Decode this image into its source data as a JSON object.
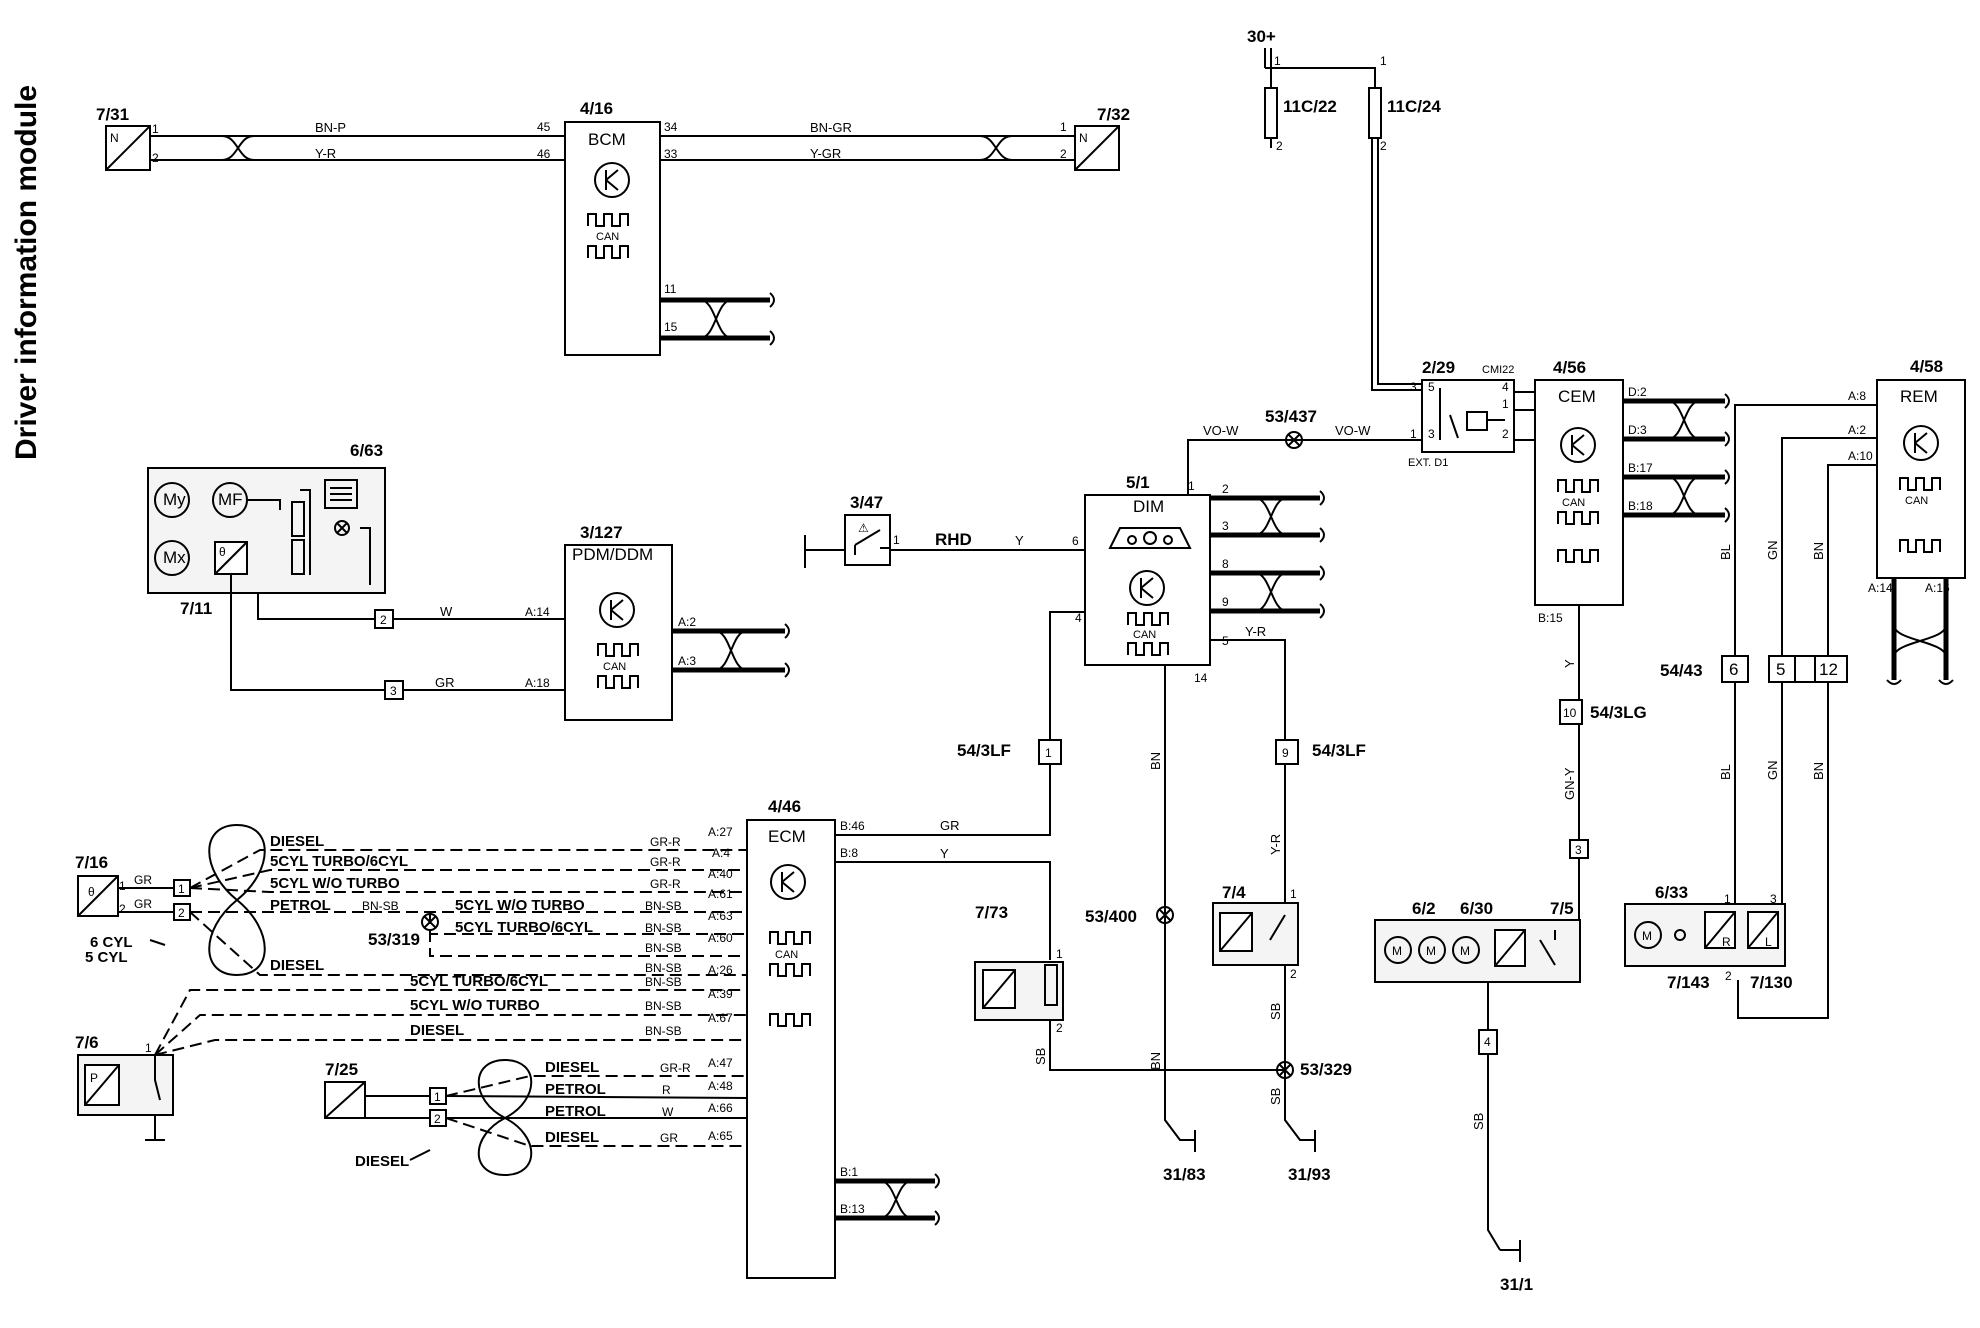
{
  "side_title": "Driver information module",
  "components": {
    "c731": "7/31",
    "c732": "7/32",
    "c416": "4/16",
    "c663": "6/63",
    "c711": "7/11",
    "c3127": "3/127",
    "c347": "3/47",
    "c51": "5/1",
    "c53437": "53/437",
    "c229": "2/29",
    "c456": "4/56",
    "c458": "4/58",
    "c30": "30+",
    "c11c22": "11C/22",
    "c11c24": "11C/24",
    "c446": "4/46",
    "c716": "7/16",
    "c76": "7/6",
    "c725": "7/25",
    "c53319": "53/319",
    "c773": "7/73",
    "c74": "7/4",
    "c53400": "53/400",
    "c53329": "53/329",
    "c3183": "31/83",
    "c3193": "31/93",
    "c62": "6/2",
    "c630": "6/30",
    "c75": "7/5",
    "c311": "31/1",
    "c633": "6/33",
    "c7143": "7/143",
    "c7130": "7/130",
    "c543lf_a": "54/3LF",
    "c543lf_b": "54/3LF",
    "c543lg": "54/3LG",
    "c5443": "54/43"
  },
  "modules": {
    "bcm": "BCM",
    "pdm": "PDM/DDM",
    "dim": "DIM",
    "cem": "CEM",
    "rem": "REM",
    "ecm": "ECM",
    "can": "CAN",
    "cmi22": "CMI22",
    "ext_d1": "EXT. D1",
    "rhd": "RHD",
    "n": "N"
  },
  "wires": {
    "bn_p": "BN-P",
    "y_r": "Y-R",
    "bn_gr": "BN-GR",
    "y_gr": "Y-GR",
    "w": "W",
    "gr": "GR",
    "y": "Y",
    "vo_w": "VO-W",
    "bn": "BN",
    "gn_y": "GN-Y",
    "sb": "SB",
    "bl": "BL",
    "gn": "GN",
    "gr_r": "GR-R",
    "bn_sb": "BN-SB",
    "r": "R"
  },
  "configs": {
    "diesel": "DIESEL",
    "turbo6": "5CYL TURBO/6CYL",
    "woturbo": "5CYL W/O TURBO",
    "petrol": "PETROL",
    "cyl6": "6 CYL",
    "cyl5": "5 CYL"
  },
  "connector_numbers": {
    "n1": "1",
    "n2": "2",
    "n3": "3",
    "n4": "4",
    "n5": "5",
    "n6": "6",
    "n9": "9",
    "n10": "10",
    "n12": "12"
  },
  "pins": {
    "p1": "1",
    "p2": "2",
    "p3": "3",
    "p4": "4",
    "p5": "5",
    "p6": "6",
    "p8": "8",
    "p9": "9",
    "p11": "11",
    "p14": "14",
    "p15": "15",
    "p33": "33",
    "p34": "34",
    "p45": "45",
    "p46": "46",
    "a14": "A:14",
    "a18": "A:18",
    "a2": "A:2",
    "a3": "A:3",
    "a8": "A:8",
    "a10": "A:10",
    "a16": "A:16",
    "a27": "A:27",
    "a4": "A:4",
    "a40": "A:40",
    "a61": "A:61",
    "a63": "A:63",
    "a60": "A:60",
    "a26": "A:26",
    "a39": "A:39",
    "a67": "A:67",
    "a47": "A:47",
    "a48": "A:48",
    "a66": "A:66",
    "a65": "A:65",
    "b46": "B:46",
    "b8": "B:8",
    "b1": "B:1",
    "b13": "B:13",
    "b15": "B:15",
    "b17": "B:17",
    "b18": "B:18",
    "d2": "D:2",
    "d3": "D:3",
    "my": "My",
    "mf": "MF",
    "mx": "Mx",
    "m": "M",
    "p_sym": "P",
    "theta": "θ",
    "rr": "R",
    "ll": "L"
  }
}
